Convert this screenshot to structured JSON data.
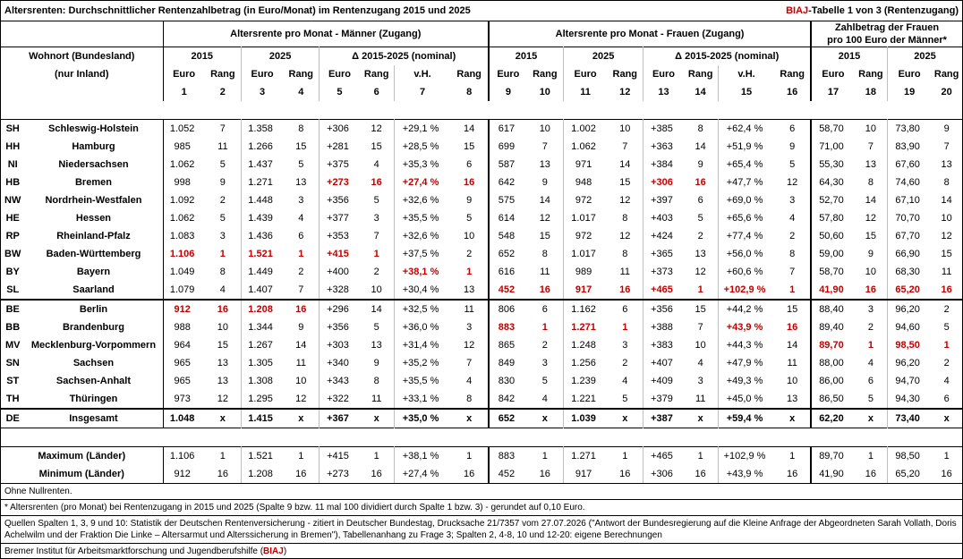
{
  "title": {
    "left": "Altersrenten: Durchschnittlicher Rentenzahlbetrag (in Euro/Monat) im Rentenzugang 2015 und 2025",
    "right_prefix": "",
    "right_brand": "BIAJ",
    "right_suffix": "-Tabelle 1 von 3 (Rentenzugang)"
  },
  "headers": {
    "men": "Altersrente pro Monat - Männer (Zugang)",
    "women": "Altersrente pro Monat - Frauen (Zugang)",
    "ratio_line1": "Zahlbetrag der Frauen",
    "ratio_line2": "pro 100 Euro der Männer*",
    "wohnort": "Wohnort (Bundesland)",
    "nur_inland": "(nur Inland)",
    "y2015": "2015",
    "y2025": "2025",
    "delta": "Δ 2015-2025 (nominal)",
    "euro": "Euro",
    "rang": "Rang",
    "vh": "v.H.",
    "colnums": [
      "1",
      "2",
      "3",
      "4",
      "5",
      "6",
      "7",
      "8",
      "9",
      "10",
      "11",
      "12",
      "13",
      "14",
      "15",
      "16",
      "17",
      "18",
      "19",
      "20"
    ]
  },
  "rows": [
    {
      "ab": "SH",
      "name": "Schleswig-Holstein",
      "c": [
        "1.052",
        "7",
        "1.358",
        "8",
        "+306",
        "12",
        "+29,1 %",
        "14",
        "617",
        "10",
        "1.002",
        "10",
        "+385",
        "8",
        "+62,4 %",
        "6",
        "58,70",
        "10",
        "73,80",
        "9"
      ],
      "red": []
    },
    {
      "ab": "HH",
      "name": "Hamburg",
      "c": [
        "985",
        "11",
        "1.266",
        "15",
        "+281",
        "15",
        "+28,5 %",
        "15",
        "699",
        "7",
        "1.062",
        "7",
        "+363",
        "14",
        "+51,9 %",
        "9",
        "71,00",
        "7",
        "83,90",
        "7"
      ],
      "red": []
    },
    {
      "ab": "NI",
      "name": "Niedersachsen",
      "c": [
        "1.062",
        "5",
        "1.437",
        "5",
        "+375",
        "4",
        "+35,3 %",
        "6",
        "587",
        "13",
        "971",
        "14",
        "+384",
        "9",
        "+65,4 %",
        "5",
        "55,30",
        "13",
        "67,60",
        "13"
      ],
      "red": []
    },
    {
      "ab": "HB",
      "name": "Bremen",
      "c": [
        "998",
        "9",
        "1.271",
        "13",
        "+273",
        "16",
        "+27,4 %",
        "16",
        "642",
        "9",
        "948",
        "15",
        "+306",
        "16",
        "+47,7 %",
        "12",
        "64,30",
        "8",
        "74,60",
        "8"
      ],
      "red": [
        4,
        5,
        6,
        7,
        12,
        13
      ]
    },
    {
      "ab": "NW",
      "name": "Nordrhein-Westfalen",
      "c": [
        "1.092",
        "2",
        "1.448",
        "3",
        "+356",
        "5",
        "+32,6 %",
        "9",
        "575",
        "14",
        "972",
        "12",
        "+397",
        "6",
        "+69,0 %",
        "3",
        "52,70",
        "14",
        "67,10",
        "14"
      ],
      "red": []
    },
    {
      "ab": "HE",
      "name": "Hessen",
      "c": [
        "1.062",
        "5",
        "1.439",
        "4",
        "+377",
        "3",
        "+35,5 %",
        "5",
        "614",
        "12",
        "1.017",
        "8",
        "+403",
        "5",
        "+65,6 %",
        "4",
        "57,80",
        "12",
        "70,70",
        "10"
      ],
      "red": []
    },
    {
      "ab": "RP",
      "name": "Rheinland-Pfalz",
      "c": [
        "1.083",
        "3",
        "1.436",
        "6",
        "+353",
        "7",
        "+32,6 %",
        "10",
        "548",
        "15",
        "972",
        "12",
        "+424",
        "2",
        "+77,4 %",
        "2",
        "50,60",
        "15",
        "67,70",
        "12"
      ],
      "red": []
    },
    {
      "ab": "BW",
      "name": "Baden-Württemberg",
      "c": [
        "1.106",
        "1",
        "1.521",
        "1",
        "+415",
        "1",
        "+37,5 %",
        "2",
        "652",
        "8",
        "1.017",
        "8",
        "+365",
        "13",
        "+56,0 %",
        "8",
        "59,00",
        "9",
        "66,90",
        "15"
      ],
      "red": [
        0,
        1,
        2,
        3,
        4,
        5
      ]
    },
    {
      "ab": "BY",
      "name": "Bayern",
      "c": [
        "1.049",
        "8",
        "1.449",
        "2",
        "+400",
        "2",
        "+38,1 %",
        "1",
        "616",
        "11",
        "989",
        "11",
        "+373",
        "12",
        "+60,6 %",
        "7",
        "58,70",
        "10",
        "68,30",
        "11"
      ],
      "red": [
        6,
        7
      ]
    },
    {
      "ab": "SL",
      "name": "Saarland",
      "c": [
        "1.079",
        "4",
        "1.407",
        "7",
        "+328",
        "10",
        "+30,4 %",
        "13",
        "452",
        "16",
        "917",
        "16",
        "+465",
        "1",
        "+102,9 %",
        "1",
        "41,90",
        "16",
        "65,20",
        "16"
      ],
      "red": [
        8,
        9,
        10,
        11,
        12,
        13,
        14,
        15,
        16,
        17,
        18,
        19
      ]
    },
    {
      "ab": "BE",
      "name": "Berlin",
      "c": [
        "912",
        "16",
        "1.208",
        "16",
        "+296",
        "14",
        "+32,5 %",
        "11",
        "806",
        "6",
        "1.162",
        "6",
        "+356",
        "15",
        "+44,2 %",
        "15",
        "88,40",
        "3",
        "96,20",
        "2"
      ],
      "red": [
        0,
        1,
        2,
        3
      ]
    },
    {
      "ab": "BB",
      "name": "Brandenburg",
      "c": [
        "988",
        "10",
        "1.344",
        "9",
        "+356",
        "5",
        "+36,0 %",
        "3",
        "883",
        "1",
        "1.271",
        "1",
        "+388",
        "7",
        "+43,9 %",
        "16",
        "89,40",
        "2",
        "94,60",
        "5"
      ],
      "red": [
        8,
        9,
        10,
        11,
        14,
        15
      ]
    },
    {
      "ab": "MV",
      "name": "Mecklenburg-Vorpommern",
      "c": [
        "964",
        "15",
        "1.267",
        "14",
        "+303",
        "13",
        "+31,4 %",
        "12",
        "865",
        "2",
        "1.248",
        "3",
        "+383",
        "10",
        "+44,3 %",
        "14",
        "89,70",
        "1",
        "98,50",
        "1"
      ],
      "red": [
        16,
        17,
        18,
        19
      ]
    },
    {
      "ab": "SN",
      "name": "Sachsen",
      "c": [
        "965",
        "13",
        "1.305",
        "11",
        "+340",
        "9",
        "+35,2 %",
        "7",
        "849",
        "3",
        "1.256",
        "2",
        "+407",
        "4",
        "+47,9 %",
        "11",
        "88,00",
        "4",
        "96,20",
        "2"
      ],
      "red": []
    },
    {
      "ab": "ST",
      "name": "Sachsen-Anhalt",
      "c": [
        "965",
        "13",
        "1.308",
        "10",
        "+343",
        "8",
        "+35,5 %",
        "4",
        "830",
        "5",
        "1.239",
        "4",
        "+409",
        "3",
        "+49,3 %",
        "10",
        "86,00",
        "6",
        "94,70",
        "4"
      ],
      "red": []
    },
    {
      "ab": "TH",
      "name": "Thüringen",
      "c": [
        "973",
        "12",
        "1.295",
        "12",
        "+322",
        "11",
        "+33,1 %",
        "8",
        "842",
        "4",
        "1.221",
        "5",
        "+379",
        "11",
        "+45,0 %",
        "13",
        "86,50",
        "5",
        "94,30",
        "6"
      ],
      "red": []
    }
  ],
  "total": {
    "ab": "DE",
    "name": "Insgesamt",
    "c": [
      "1.048",
      "x",
      "1.415",
      "x",
      "+367",
      "x",
      "+35,0 %",
      "x",
      "652",
      "x",
      "1.039",
      "x",
      "+387",
      "x",
      "+59,4 %",
      "x",
      "62,20",
      "x",
      "73,40",
      "x"
    ]
  },
  "maxrow": {
    "name": "Maximum (Länder)",
    "c": [
      "1.106",
      "1",
      "1.521",
      "1",
      "+415",
      "1",
      "+38,1 %",
      "1",
      "883",
      "1",
      "1.271",
      "1",
      "+465",
      "1",
      "+102,9 %",
      "1",
      "89,70",
      "1",
      "98,50",
      "1"
    ]
  },
  "minrow": {
    "name": "Minimum (Länder)",
    "c": [
      "912",
      "16",
      "1.208",
      "16",
      "+273",
      "16",
      "+27,4 %",
      "16",
      "452",
      "16",
      "917",
      "16",
      "+306",
      "16",
      "+43,9 %",
      "16",
      "41,90",
      "16",
      "65,20",
      "16"
    ]
  },
  "notes": {
    "n1": "Ohne Nullrenten.",
    "n2": "* Altersrenten (pro Monat) bei Rentenzugang in 2015 und 2025  (Spalte 9 bzw. 11 mal 100 dividiert durch Spalte 1 bzw. 3) - gerundet auf 0,10 Euro.",
    "n3": "Quellen Spalten 1, 3, 9 und 10: Statistik der Deutschen Rentenversicherung - zitiert in Deutscher Bundestag, Drucksache 21/7357 vom 27.07.2026 (\"Antwort der Bundesregierung auf die Kleine Anfrage der Abgeordneten Sarah Vollath, Doris Achelwilm und der Fraktion Die Linke – Altersarmut und Alterssicherung in Bremen\"), Tabellenanhang zu Frage 3; Spalten 2, 4-8, 10 und 12-20: eigene Berechnungen",
    "n4_prefix": "Bremer Institut für Arbeitsmarktforschung und Jugendberufshilfe (",
    "n4_brand": "BIAJ",
    "n4_suffix": ")"
  }
}
